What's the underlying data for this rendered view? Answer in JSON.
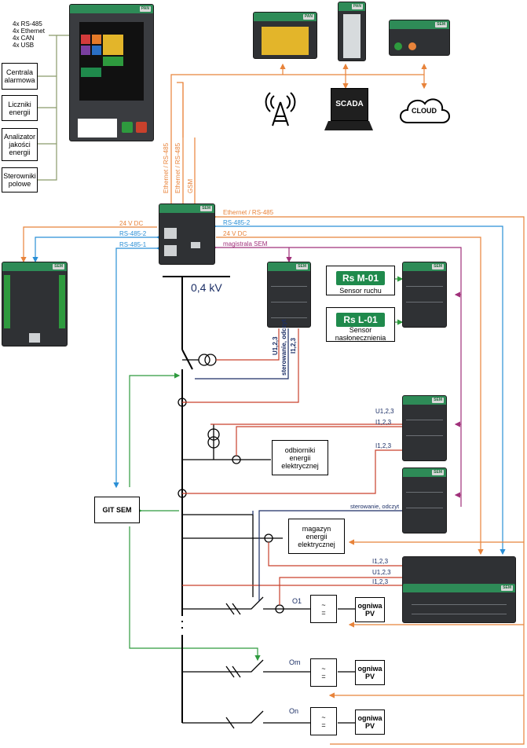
{
  "interfaces": [
    "4x RS-485",
    "4x Ethernet",
    "4x CAN",
    "4x USB"
  ],
  "left_devices": [
    "Centrala\nalarmowa",
    "Liczniki\nenergii",
    "Analizator\njakości\nenergii",
    "Sterowniki\npolowe"
  ],
  "scada_label": "SCADA",
  "cloud_label": "CLOUD",
  "link_labels": {
    "eth1": "Ethernet / RS-485",
    "eth2": "Ethernet / RS-485",
    "gsm": "GSM",
    "eth_right": "Ethernet / RS-485",
    "rs485_2_right": "RS-485-2",
    "dc24_right": "24 V DC",
    "bus": "magistrala SEM",
    "dc24_left": "24 V DC",
    "rs485_2_left": "RS-485-2",
    "rs485_1_left": "RS-485-1"
  },
  "voltage_label": "0,4 kV",
  "sensors": [
    {
      "code": "M-01",
      "name": "Sensor ruchu"
    },
    {
      "code": "L-01",
      "name": "Sensor\nnasłonecznienia"
    }
  ],
  "sensor_prefix": "Rs",
  "meas_labels": {
    "u123_a": "U1,2,3",
    "i123_a": "I1,2,3",
    "ster_a": "sterowanie, odczyt",
    "u123_b": "U1,2,3",
    "i123_b": "I1,2,3",
    "i123_c": "I1,2,3",
    "ster_b": "sterowanie, odczyt",
    "i123_d": "I1,2,3",
    "u123_d": "U1,2,3",
    "i123_e": "I1,2,3"
  },
  "loads_label": "odbiorniki\nenergii\nelektrycznej",
  "storage_label": "magazyn\nenergii\nelektrycznej",
  "git_label": "GIT SEM",
  "pv_rows": [
    {
      "breaker": "O1",
      "pv": "ogniwa\nPV"
    },
    {
      "breaker": "Om",
      "pv": "ogniwa\nPV"
    },
    {
      "breaker": "On",
      "pv": "ogniwa\nPV"
    }
  ],
  "inverter_symbol": "~\n=",
  "device_tags": [
    "SEM",
    "SEM",
    "SEM",
    "SEM",
    "SEM",
    "SEM",
    "SEM",
    "PAN",
    "PAN",
    "PAN",
    "SEM"
  ],
  "colors": {
    "orange": "#e8833a",
    "blue": "#2a8fd6",
    "purple": "#a0307a",
    "green": "#2e9a3e",
    "red": "#c9412c",
    "olive": "#8a9a6a",
    "navy": "#1c2f66",
    "device": "#2f3134",
    "device_green": "#2e8b57"
  }
}
